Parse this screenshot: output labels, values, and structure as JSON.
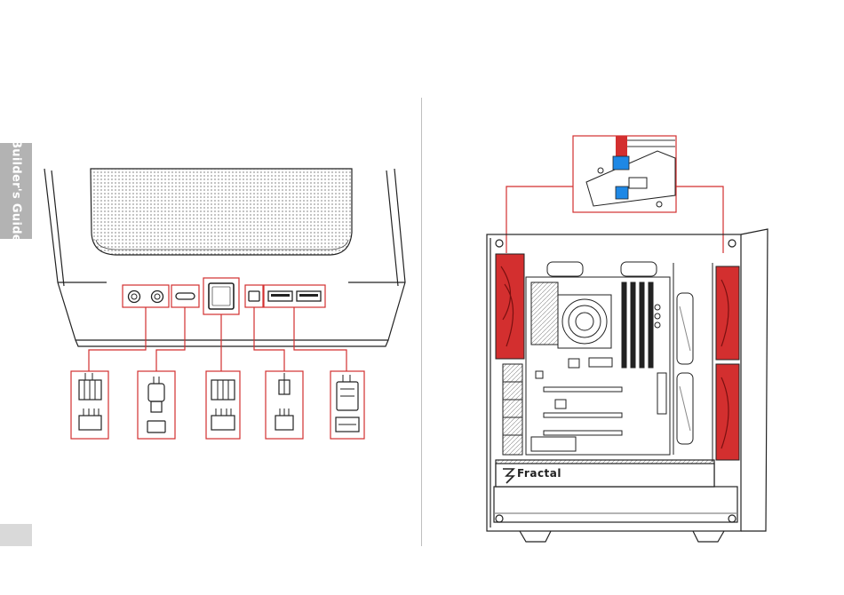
{
  "sidebar": {
    "tab_label": "Builder's Guide",
    "page_number": ""
  },
  "case_brand": "Fractal",
  "colors": {
    "accent": "#d32f2f",
    "highlight": "#1e88e5",
    "tab": "#b3b3b3"
  },
  "front_io": {
    "ports": [
      "audio-jacks",
      "usb-c-port",
      "power-button",
      "reset-button",
      "usb-a-ports"
    ],
    "connectors": [
      "hd-audio-connector",
      "usb-c-connector",
      "power-reset-connector",
      "led-connector",
      "usb3-connector"
    ]
  }
}
